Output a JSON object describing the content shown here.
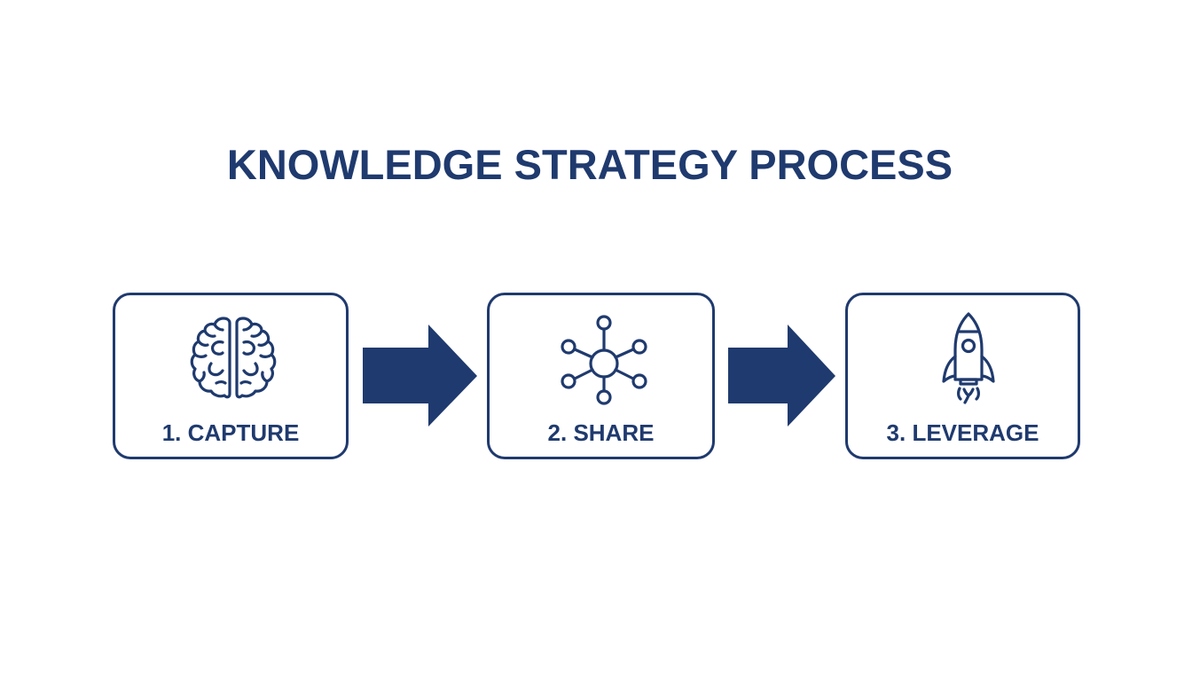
{
  "title": "KNOWLEDGE STRATEGY PROCESS",
  "colors": {
    "primary": "#1f3a6e",
    "background": "#ffffff"
  },
  "steps": [
    {
      "number": 1,
      "label": "1. CAPTURE",
      "icon": "brain-icon"
    },
    {
      "number": 2,
      "label": "2. SHARE",
      "icon": "network-icon"
    },
    {
      "number": 3,
      "label": "3. LEVERAGE",
      "icon": "rocket-icon"
    }
  ],
  "connectors": [
    {
      "from": 1,
      "to": 2,
      "icon": "arrow-right-icon"
    },
    {
      "from": 2,
      "to": 3,
      "icon": "arrow-right-icon"
    }
  ]
}
